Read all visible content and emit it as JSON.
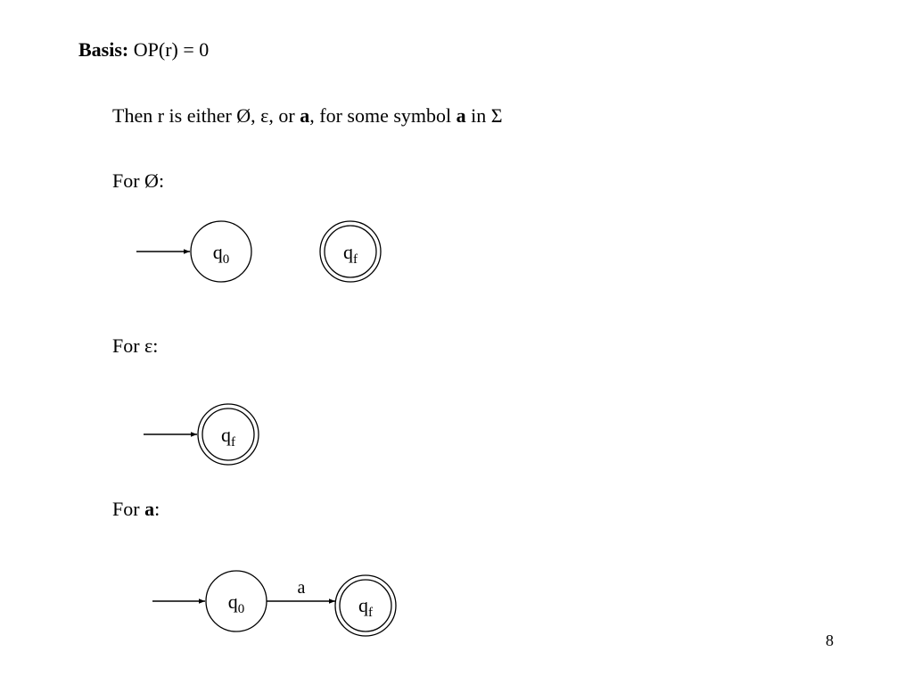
{
  "basis": {
    "label": "Basis:",
    "text": "OP(r) = 0"
  },
  "intro": {
    "part1": "Then r is either Ø, ε, or ",
    "bold1": "a",
    "part2": ", for some symbol ",
    "bold2": "a",
    "part3": " in Σ"
  },
  "cases": {
    "empty": {
      "heading": "For Ø:"
    },
    "epsilon": {
      "heading": "For ε:"
    },
    "symbol": {
      "heading_prefix": "For ",
      "heading_bold": "a",
      "heading_suffix": ":"
    }
  },
  "automata": {
    "empty": {
      "start_state": {
        "base": "q",
        "sub": "0"
      },
      "final_state": {
        "base": "q",
        "sub": "f"
      }
    },
    "epsilon": {
      "final_state": {
        "base": "q",
        "sub": "f"
      }
    },
    "symbol": {
      "start_state": {
        "base": "q",
        "sub": "0"
      },
      "final_state": {
        "base": "q",
        "sub": "f"
      },
      "transition_label": "a"
    }
  },
  "page_number": "8"
}
